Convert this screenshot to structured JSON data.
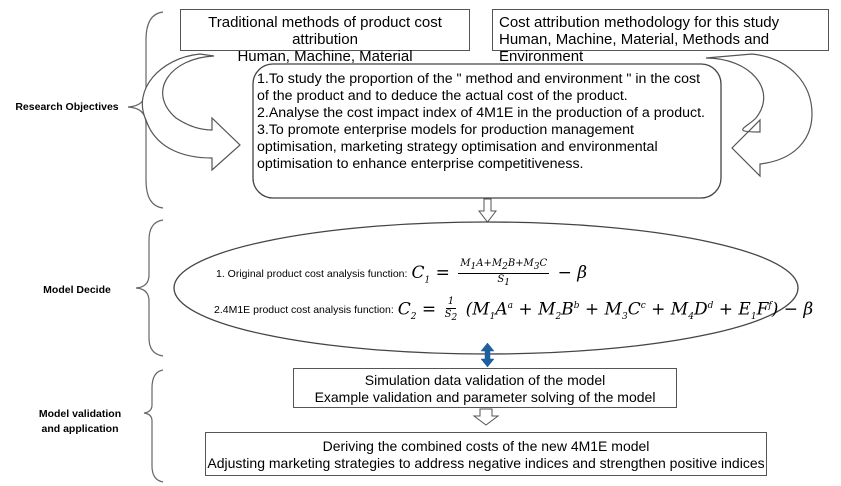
{
  "left_labels": {
    "research_objectives": "Research Objectives",
    "model_decide": "Model Decide",
    "model_validation": "Model validation",
    "and_application": "and application"
  },
  "traditional_box": {
    "line1": "Traditional methods of product cost attribution",
    "line2": "Human, Machine, Material"
  },
  "study_box": {
    "line1": "Cost attribution methodology for this study",
    "line2": "Human, Machine, Material, Methods and Environment"
  },
  "objectives": [
    "1.To study the proportion of the \" method and environment \" in the cost of the product and to deduce the actual cost of the product.",
    "2.Analyse the cost impact index of 4M1E in the production of a product.",
    "3.To promote enterprise models for production management optimisation, marketing strategy optimisation and environmental optimisation to enhance enterprise competitiveness."
  ],
  "model": {
    "eq1_label": "1. Original product cost analysis function:",
    "eq2_label": "2.4M1E product cost analysis function:"
  },
  "validation_box": {
    "line1": "Simulation data validation of the model",
    "line2": "Example validation and parameter solving of the model"
  },
  "result_box": {
    "line1": "Deriving the combined costs of the new 4M1E model",
    "line2": "Adjusting marketing strategies to address negative indices and strengthen positive indices"
  },
  "colors": {
    "double_arrow": "#1f5f9f",
    "border": "#555555"
  }
}
